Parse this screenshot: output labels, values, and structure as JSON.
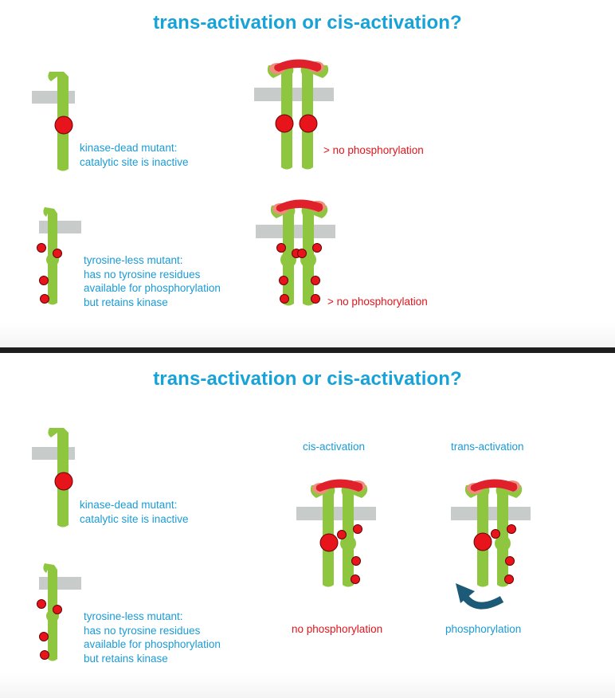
{
  "top_panel": {
    "title": "trans-activation or cis-activation?",
    "kinase_dead_label": [
      "kinase-dead mutant:",
      "catalytic site is inactive"
    ],
    "tyrosine_less_label": [
      "tyrosine-less mutant:",
      "has no tyrosine residues",
      "available for phosphorylation",
      "but retains kinase"
    ],
    "dimer1_result": "> no phosphorylation",
    "dimer2_result": "> no phosphorylation"
  },
  "bottom_panel": {
    "title": "trans-activation or cis-activation?",
    "kinase_dead_label": [
      "kinase-dead mutant:",
      "catalytic site is inactive"
    ],
    "tyrosine_less_label": [
      "tyrosine-less mutant:",
      "has no tyrosine residues",
      "available for phosphorylation",
      "but retains kinase"
    ],
    "cis_header": "cis-activation",
    "trans_header": "trans-activation",
    "cis_result": "no phosphorylation",
    "trans_result": "phosphorylation"
  },
  "colors": {
    "receptor": "#8fc63f",
    "membrane": "#c7ccca",
    "phospho_site": "#e8141b",
    "ligand": "#e0202a",
    "ligand_light": "#ee8f7e",
    "arrow": "#1d5a77",
    "title": "#17a2d8",
    "label_text": "#1a9bd5",
    "result_text": "#e3141b"
  },
  "icons": [
    "receptor-monomer",
    "receptor-dimer",
    "ligand",
    "membrane",
    "phospho-site",
    "curved-arrow"
  ]
}
